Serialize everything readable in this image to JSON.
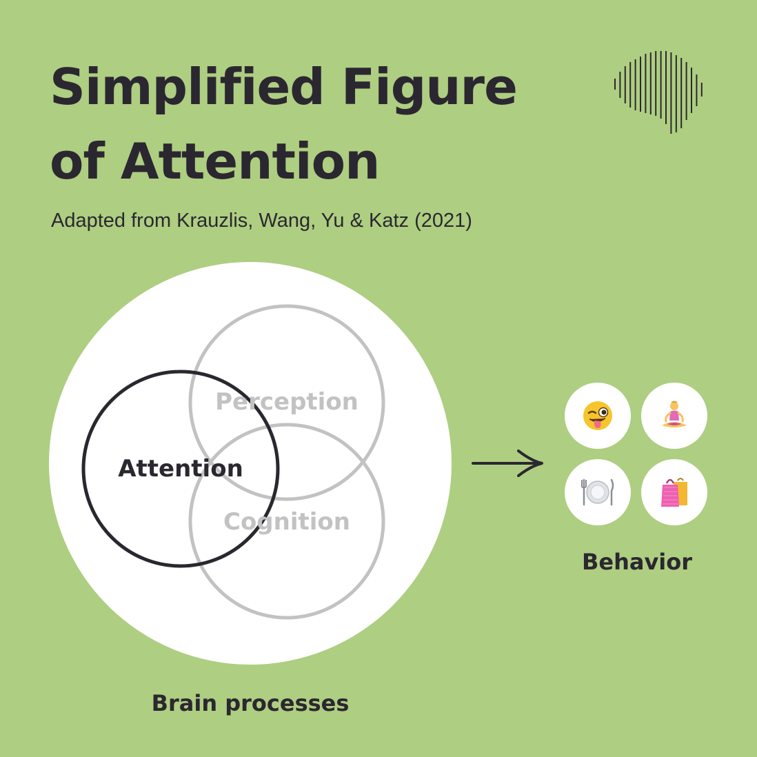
{
  "colors": {
    "background": "#aece81",
    "text": "#2b2730",
    "white": "#ffffff",
    "faded": "#c2c2c2",
    "wink_face": "#f5c52b",
    "plate": "#dfe3e8",
    "bag_pink": "#ee5fb2",
    "bag_yellow": "#f3b732",
    "meditate_skin": "#f6c35e",
    "meditate_top": "#e46bb6"
  },
  "header": {
    "title_line1": "Simplified Figure",
    "title_line2": "of Attention",
    "subtitle": "Adapted from Krauzlis, Wang, Yu & Katz (2021)"
  },
  "logo": {
    "icon": "brain-soundwave-icon"
  },
  "diagram": {
    "circles": [
      {
        "label": "Perception",
        "style": "faded"
      },
      {
        "label": "Cognition",
        "style": "faded"
      },
      {
        "label": "Attention",
        "style": "highlight"
      }
    ],
    "container_label": "Brain processes",
    "arrow_icon": "arrow-right-icon"
  },
  "behavior": {
    "label": "Behavior",
    "icons": [
      {
        "name": "winking-face-tongue-icon",
        "glyph": "😜"
      },
      {
        "name": "person-meditating-icon",
        "glyph": "🧘"
      },
      {
        "name": "fork-knife-plate-icon",
        "glyph": "🍽"
      },
      {
        "name": "shopping-bags-icon",
        "glyph": "🛍"
      }
    ]
  }
}
